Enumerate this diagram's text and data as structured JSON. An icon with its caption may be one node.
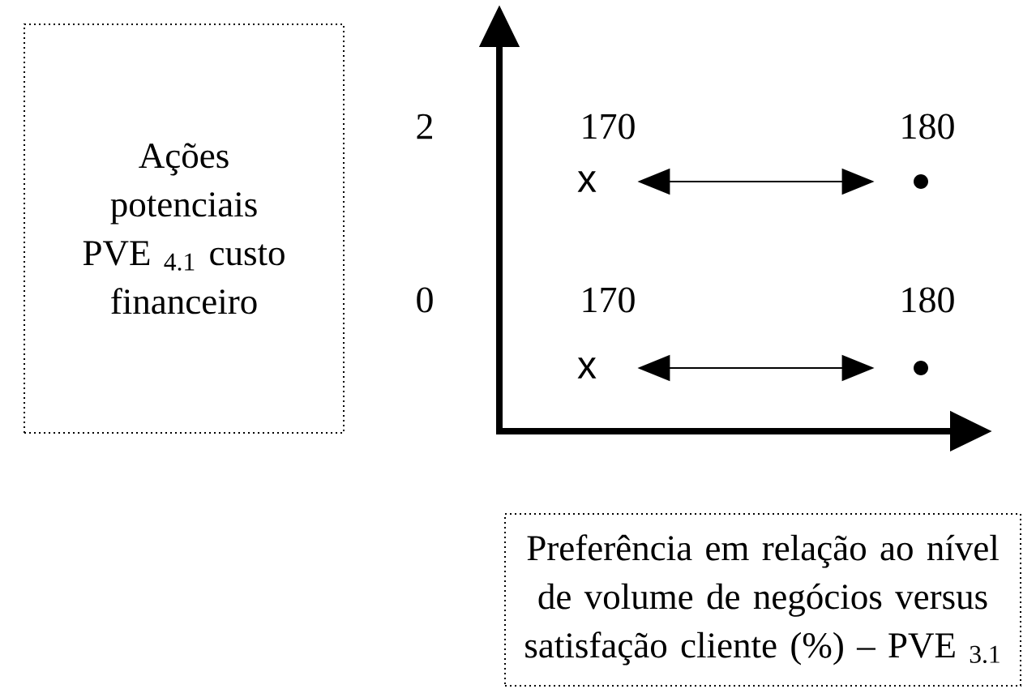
{
  "diagram": {
    "nodes": [
      {
        "text": [
          "Ações potenciais PVE $_{4.1}$ custo financeiro"
        ]
      },
      {
        "text": [
          "Preferência em relação ao nível de volume de negócios versus satisfação cliente (%) – PVE $_{3.1}$"
        ]
      },
      {
        "text": [
          "x"
        ],
        "beside": [
          "170"
        ]
      },
      {
        "text": [],
        "shape": "circle",
        "beside": [
          "180"
        ]
      },
      {
        "text": [
          "x"
        ],
        "beside": [
          "170"
        ]
      },
      {
        "text": [],
        "shape": "circle",
        "beside": [
          "180"
        ]
      }
    ],
    "edges": [
      {
        "from": 2,
        "to": 3,
        "arrow": "both"
      },
      {
        "from": 4,
        "to": 5,
        "arrow": "both"
      }
    ],
    "labels": [
      "2",
      "0"
    ]
  }
}
